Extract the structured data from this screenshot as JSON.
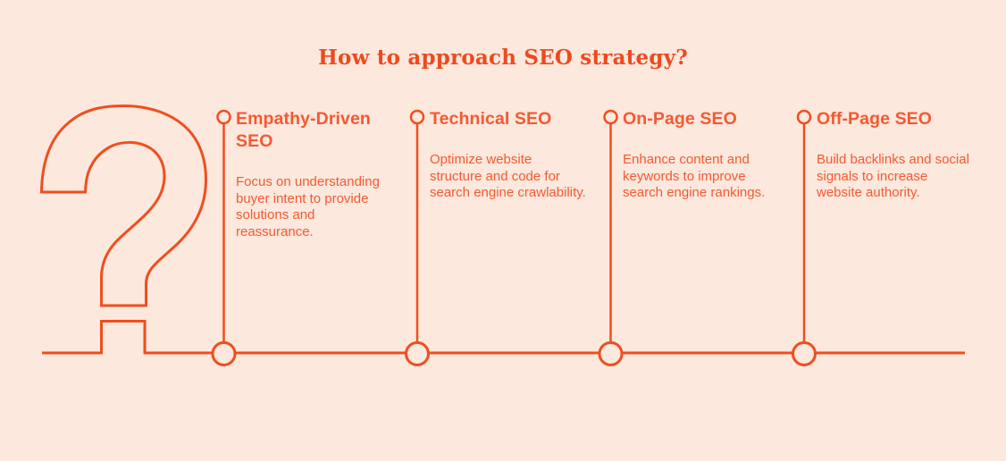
{
  "colors": {
    "background": "#FCE8DC",
    "line": "#EF4E1F",
    "heading": "#ED4A1E",
    "text": "#F45932"
  },
  "title": "How to approach SEO strategy?",
  "decoration": {
    "icon": "question-mark-outline"
  },
  "columns": [
    {
      "title": "Empathy-Driven SEO",
      "description": "Focus on understanding buyer intent to provide solutions and reassurance."
    },
    {
      "title": "Technical SEO",
      "description": "Optimize website structure and code for search engine crawlability."
    },
    {
      "title": "On-Page SEO",
      "description": "Enhance content and keywords to improve search engine rankings."
    },
    {
      "title": "Off-Page SEO",
      "description": "Build backlinks and social signals to increase website authority."
    }
  ]
}
